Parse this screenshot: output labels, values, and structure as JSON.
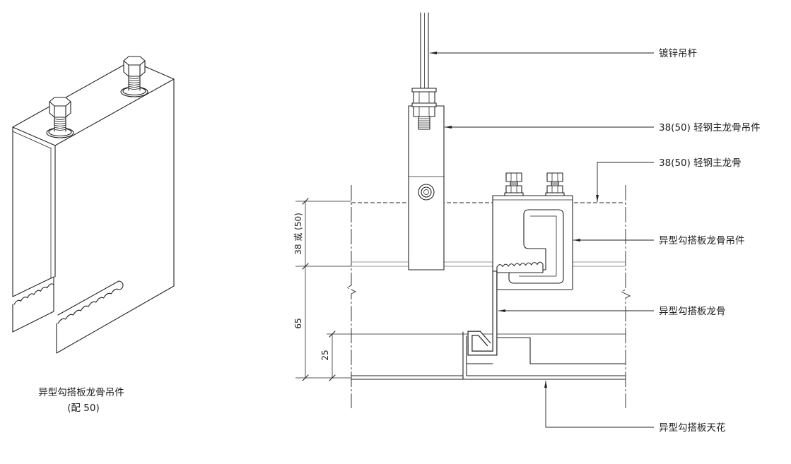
{
  "drawing": {
    "isometric_caption": "异型勾搭板龙骨吊件",
    "isometric_subcaption": "(配 50)",
    "labels": {
      "rod": "镀锌吊杆",
      "main_hanger": "38(50) 轻钢主龙骨吊件",
      "main_channel": "38(50) 轻钢主龙骨",
      "keel_hanger": "异型勾搭板龙骨吊件",
      "keel": "异型勾搭板龙骨",
      "ceiling": "异型勾搭板天花"
    },
    "dimensions": {
      "channel_height": "38 或 (50)",
      "total_height": "65",
      "panel_height": "25"
    }
  },
  "colors": {
    "line": "#222222",
    "light_line": "#9a9a9a",
    "background": "#ffffff"
  }
}
